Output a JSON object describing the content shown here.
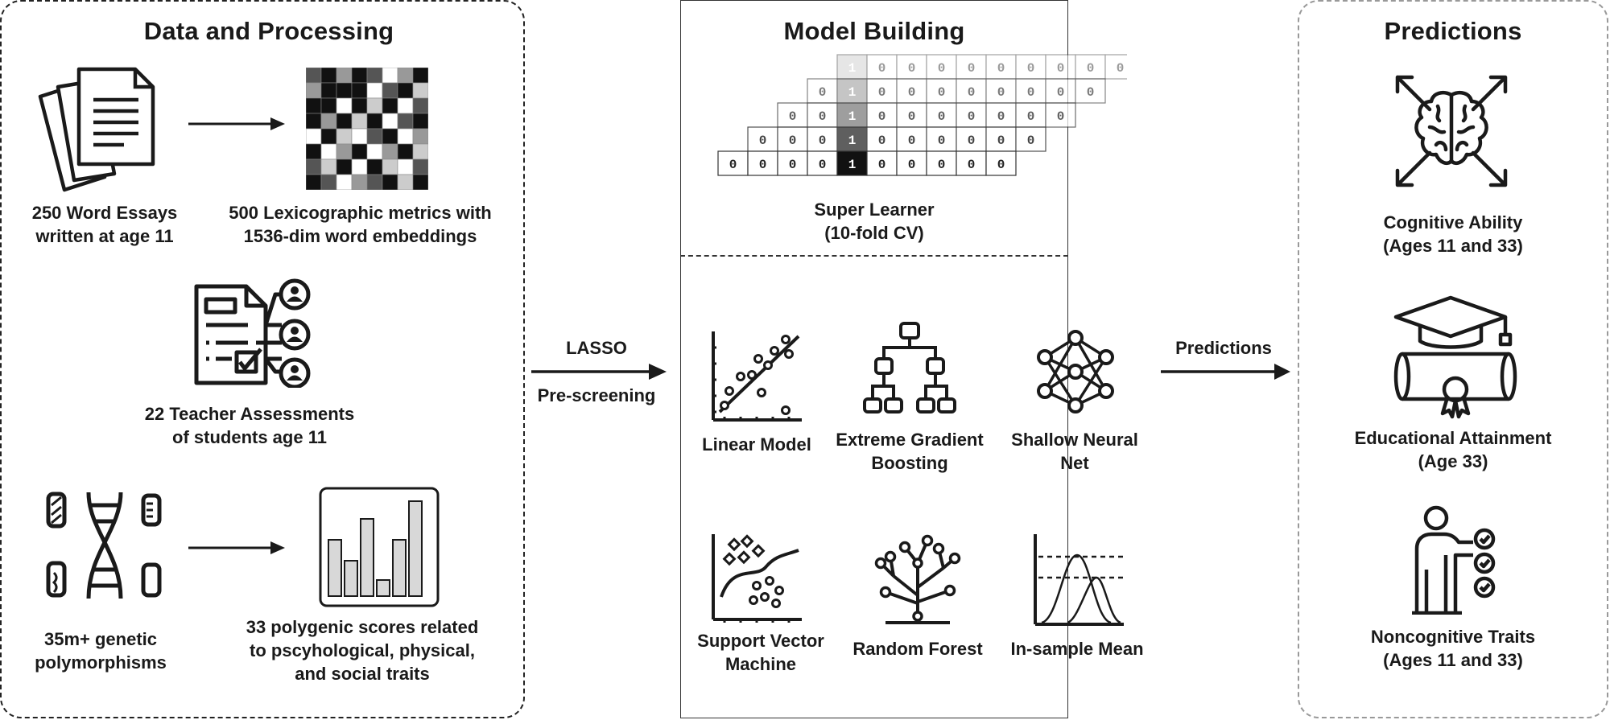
{
  "left_panel": {
    "title": "Data and Processing",
    "essays": [
      "250 Word Essays",
      "written at age 11"
    ],
    "lexico": [
      "500 Lexicographic metrics with",
      "1536-dim word embeddings"
    ],
    "teacher": [
      "22 Teacher Assessments",
      "of students age 11"
    ],
    "genetic": [
      "35m+ genetic",
      "polymorphisms"
    ],
    "polygenic": [
      "33 polygenic scores related",
      "to pscyhological, physical,",
      "and social traits"
    ]
  },
  "middle_panel": {
    "title": "Model Building",
    "super_learner": [
      "Super Learner",
      "(10-fold CV)"
    ],
    "fold_matrix": {
      "rows": [
        [
          "1",
          "0",
          "0",
          "0",
          "0",
          "0",
          "0",
          "0",
          "0",
          "0"
        ],
        [
          "0",
          "1",
          "0",
          "0",
          "0",
          "0",
          "0",
          "0",
          "0",
          "0"
        ],
        [
          "0",
          "0",
          "1",
          "0",
          "0",
          "0",
          "0",
          "0",
          "0",
          "0"
        ],
        [
          "0",
          "0",
          "0",
          "1",
          "0",
          "0",
          "0",
          "0",
          "0",
          "0"
        ],
        [
          "0",
          "0",
          "0",
          "0",
          "1",
          "0",
          "0",
          "0",
          "0",
          "0"
        ]
      ]
    },
    "models": [
      [
        "Linear Model"
      ],
      [
        "Extreme Gradient",
        "Boosting"
      ],
      [
        "Shallow Neural",
        "Net"
      ],
      [
        "Support Vector",
        "Machine"
      ],
      [
        "Random Forest"
      ],
      [
        "In-sample Mean"
      ]
    ]
  },
  "arrows": {
    "lasso_top": "LASSO",
    "lasso_bottom": "Pre-screening",
    "predictions": "Predictions"
  },
  "right_panel": {
    "title": "Predictions",
    "cognitive": [
      "Cognitive Ability",
      "(Ages 11 and 33)"
    ],
    "education": [
      "Educational Attainment",
      "(Age 33)"
    ],
    "noncognitive": [
      "Noncognitive Traits",
      "(Ages 11 and 33)"
    ]
  }
}
